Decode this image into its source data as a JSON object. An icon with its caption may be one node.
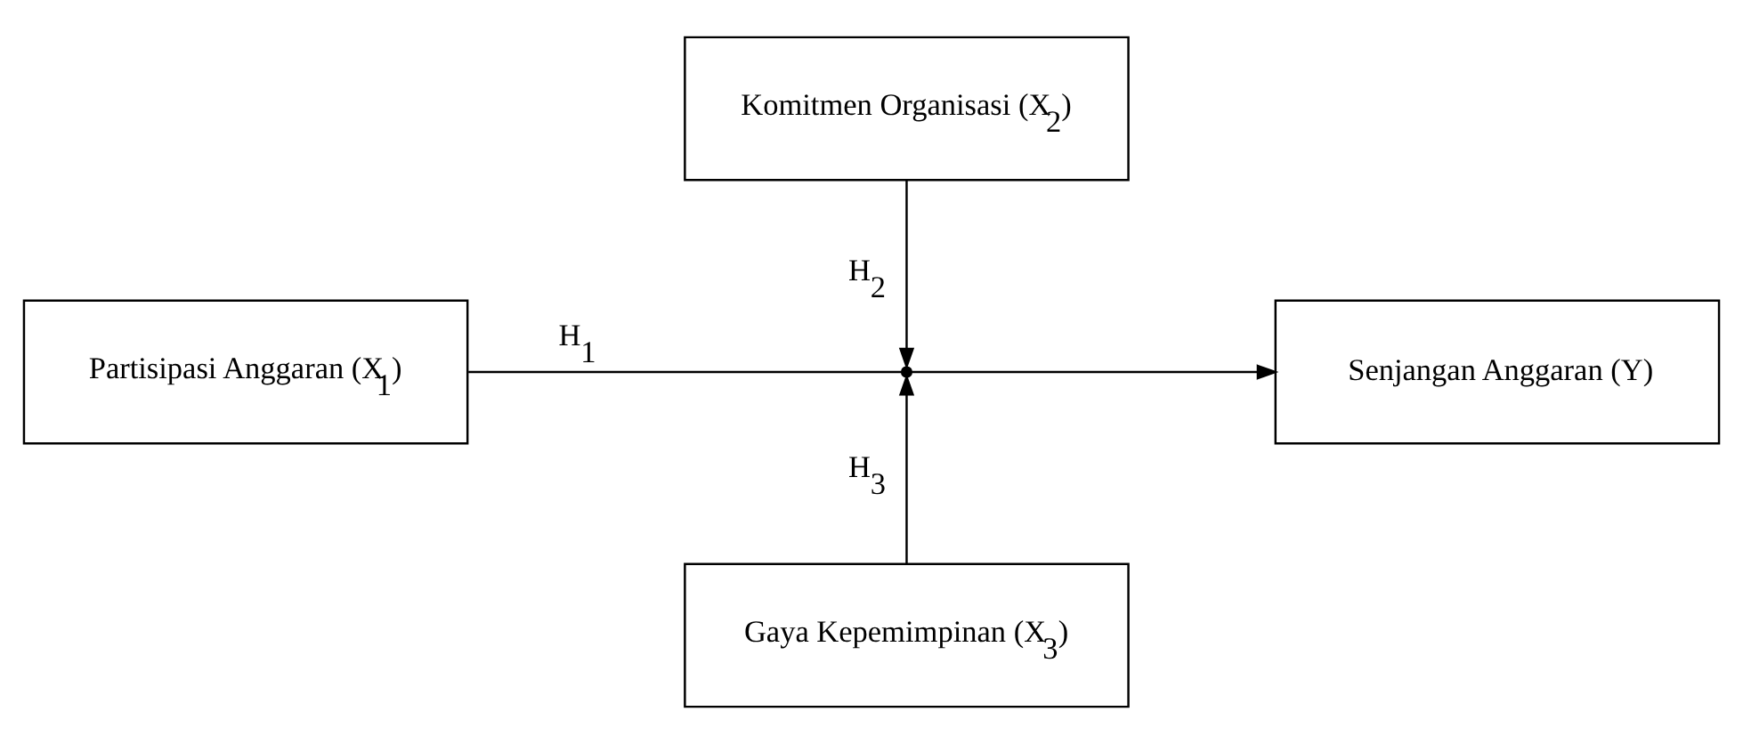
{
  "diagram": {
    "nodes": [
      {
        "text": [
          "Komitmen Organisasi (X$_{2}$)"
        ]
      },
      {
        "text": [
          "Partisipasi Anggaran (X$_{1}$)"
        ]
      },
      {
        "text": [],
        "shape": "point"
      },
      {
        "text": [
          "Senjangan Anggaran (Y)"
        ]
      },
      {
        "text": [
          "Gaya Kepemimpinan (X$_{3}$)"
        ]
      }
    ],
    "edges": [
      {
        "from": 1,
        "to": 2,
        "arrow": "none",
        "label": "H$_{1}$"
      },
      {
        "from": 2,
        "to": 3,
        "arrow": "to"
      },
      {
        "from": 0,
        "to": 2,
        "arrow": "to",
        "label": "H$_{2}$"
      },
      {
        "from": 4,
        "to": 2,
        "arrow": "to",
        "label": "H$_{3}$"
      }
    ]
  }
}
